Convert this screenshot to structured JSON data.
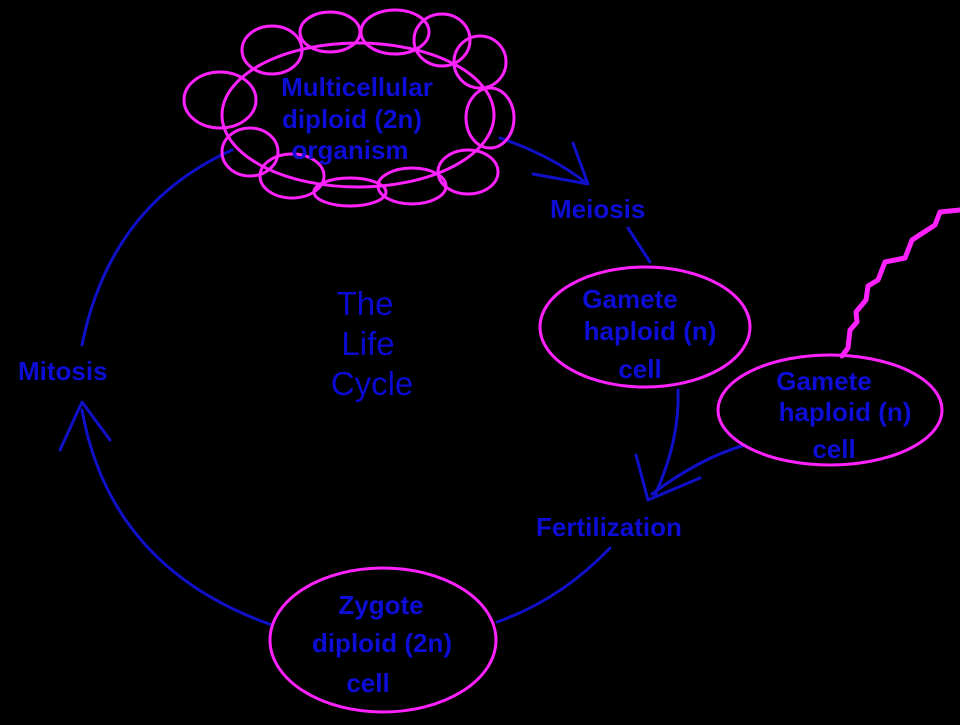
{
  "diagram": {
    "title": [
      "The",
      "Life",
      "Cycle"
    ],
    "nodes": {
      "organism": [
        "Multicellular",
        "diploid (2n)",
        "organism"
      ],
      "gamete_1": [
        "Gamete",
        "haploid (n)",
        "cell"
      ],
      "gamete_2": [
        "Gamete",
        "haploid (n)",
        "cell"
      ],
      "zygote": [
        "Zygote",
        "diploid (2n)",
        "cell"
      ]
    },
    "processes": {
      "meiosis": "Meiosis",
      "fertilization": "Fertilization",
      "mitosis": "Mitosis"
    },
    "colors": {
      "background": "#000000",
      "arrows": "#1010c8",
      "text": "#0d0dd6",
      "node_outline": "#ff22ff"
    }
  }
}
